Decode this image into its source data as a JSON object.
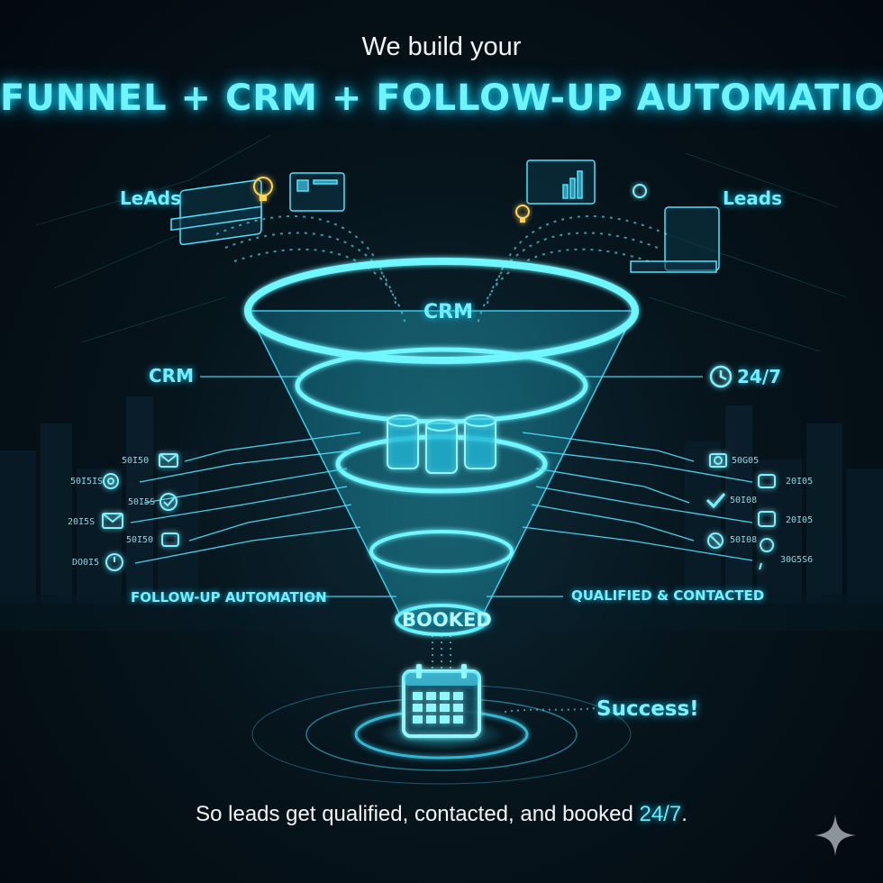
{
  "header": {
    "intro": "We build your",
    "headline": "FUNNEL + CRM + FOLLOW-UP AUTOMATION"
  },
  "funnel": {
    "top_label": "CRM",
    "bottom_label": "BOOKED"
  },
  "side_labels": {
    "left_leads": "LeAds",
    "right_leads": "Leads",
    "left_crm": "CRM",
    "right_247": "24/7",
    "left_followup": "FOLLOW-UP AUTOMATION",
    "right_qualified": "QUALIFIED & CONTACTED"
  },
  "channels": {
    "left": [
      {
        "code": "50I50",
        "icon": "email-icon"
      },
      {
        "code": "50I5IS",
        "icon": "gear-icon"
      },
      {
        "code": "50I5S",
        "icon": "check-circle-icon"
      },
      {
        "code": "20I5S",
        "icon": "email-icon"
      },
      {
        "code": "50I50",
        "icon": "chat-icon"
      },
      {
        "code": "DO0I5",
        "icon": "timer-icon"
      }
    ],
    "right": [
      {
        "code": "50G05",
        "icon": "camera-icon"
      },
      {
        "code": "20I05",
        "icon": "chat-icon"
      },
      {
        "code": "50I08",
        "icon": "checkmark-icon"
      },
      {
        "code": "20I05",
        "icon": "message-icon"
      },
      {
        "code": "50I08",
        "icon": "block-icon"
      },
      {
        "code": "30G5S6",
        "icon": "location-pin-icon"
      }
    ]
  },
  "outcome": {
    "label": "Success!",
    "icon": "calendar-icon"
  },
  "tagline": {
    "main": "So leads get qualified, contacted, and booked ",
    "highlight": "24/7",
    "end": "."
  },
  "colors": {
    "accent": "#5ff0ff",
    "glow": "#11c8ee",
    "background": "#06141c"
  }
}
